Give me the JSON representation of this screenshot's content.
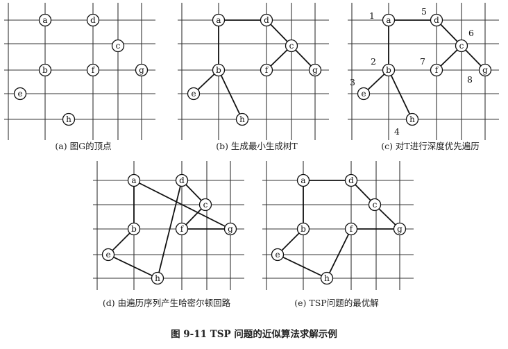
{
  "figure_caption": "图 9-11   TSP 问题的近似算法求解示例",
  "panels": [
    {
      "id": "a",
      "caption": "(a) 图G的顶点",
      "vertices": [
        "a",
        "b",
        "c",
        "d",
        "e",
        "f",
        "g",
        "h"
      ],
      "edges": [],
      "order_labels": []
    },
    {
      "id": "b",
      "caption": "(b) 生成最小生成树T",
      "vertices": [
        "a",
        "b",
        "c",
        "d",
        "e",
        "f",
        "g",
        "h"
      ],
      "edges": [
        [
          "a",
          "d"
        ],
        [
          "d",
          "c"
        ],
        [
          "c",
          "f"
        ],
        [
          "c",
          "g"
        ],
        [
          "a",
          "b"
        ],
        [
          "b",
          "e"
        ],
        [
          "b",
          "h"
        ]
      ],
      "order_labels": []
    },
    {
      "id": "c",
      "caption": "(c) 对T进行深度优先遍历",
      "vertices": [
        "a",
        "b",
        "c",
        "d",
        "e",
        "f",
        "g",
        "h"
      ],
      "edges": [
        [
          "a",
          "d"
        ],
        [
          "d",
          "c"
        ],
        [
          "c",
          "f"
        ],
        [
          "c",
          "g"
        ],
        [
          "a",
          "b"
        ],
        [
          "b",
          "e"
        ],
        [
          "b",
          "h"
        ]
      ],
      "order_labels": [
        {
          "vertex": "a",
          "text": "1"
        },
        {
          "vertex": "b",
          "text": "2"
        },
        {
          "vertex": "e",
          "text": "3"
        },
        {
          "vertex": "h",
          "text": "4"
        },
        {
          "vertex": "d",
          "text": "5"
        },
        {
          "vertex": "c",
          "text": "6"
        },
        {
          "vertex": "f",
          "text": "7"
        },
        {
          "vertex": "g",
          "text": "8"
        }
      ]
    },
    {
      "id": "d",
      "caption": "(d) 由遍历序列产生哈密尔顿回路",
      "vertices": [
        "a",
        "b",
        "c",
        "d",
        "e",
        "f",
        "g",
        "h"
      ],
      "edges": [
        [
          "a",
          "b"
        ],
        [
          "b",
          "e"
        ],
        [
          "e",
          "h"
        ],
        [
          "h",
          "d"
        ],
        [
          "d",
          "c"
        ],
        [
          "c",
          "f"
        ],
        [
          "f",
          "g"
        ],
        [
          "g",
          "a"
        ]
      ],
      "order_labels": []
    },
    {
      "id": "e",
      "caption": "(e) TSP问题的最优解",
      "vertices": [
        "a",
        "b",
        "c",
        "d",
        "e",
        "f",
        "g",
        "h"
      ],
      "edges": [
        [
          "a",
          "d"
        ],
        [
          "d",
          "c"
        ],
        [
          "c",
          "g"
        ],
        [
          "g",
          "f"
        ],
        [
          "f",
          "h"
        ],
        [
          "h",
          "e"
        ],
        [
          "e",
          "b"
        ],
        [
          "b",
          "a"
        ]
      ],
      "order_labels": []
    }
  ]
}
